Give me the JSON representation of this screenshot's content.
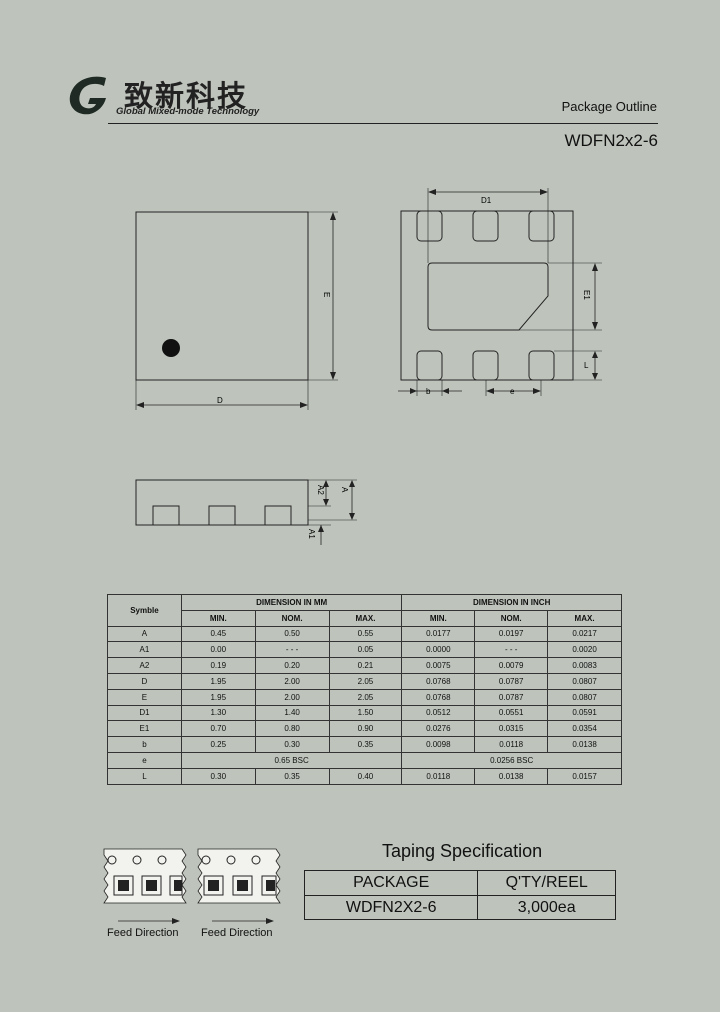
{
  "header": {
    "company_cn": "致新科技",
    "company_en": "Global Mixed-mode Technology",
    "doc_type": "Package Outline",
    "package_name": "WDFN2x2-6"
  },
  "drawing_labels": {
    "top_view_width": "D",
    "top_view_height": "E",
    "bottom_view_pad_span": "D1",
    "bottom_view_pad_height": "E1",
    "bottom_view_lead_length": "L",
    "bottom_view_lead_width": "b",
    "bottom_view_pitch": "e",
    "side_view_total_height": "A",
    "side_view_body_height": "A2",
    "side_view_standoff": "A1"
  },
  "dimension_table": {
    "symbol_header": "Symble",
    "mm_header": "DIMENSION IN MM",
    "inch_header": "DIMENSION IN INCH",
    "sub_headers": [
      "MIN.",
      "NOM.",
      "MAX.",
      "MIN.",
      "NOM.",
      "MAX."
    ],
    "rows": [
      {
        "sym": "A",
        "mm_min": "0.45",
        "mm_nom": "0.50",
        "mm_max": "0.55",
        "in_min": "0.0177",
        "in_nom": "0.0197",
        "in_max": "0.0217"
      },
      {
        "sym": "A1",
        "mm_min": "0.00",
        "mm_nom": "- - -",
        "mm_max": "0.05",
        "in_min": "0.0000",
        "in_nom": "- - -",
        "in_max": "0.0020"
      },
      {
        "sym": "A2",
        "mm_min": "0.19",
        "mm_nom": "0.20",
        "mm_max": "0.21",
        "in_min": "0.0075",
        "in_nom": "0.0079",
        "in_max": "0.0083"
      },
      {
        "sym": "D",
        "mm_min": "1.95",
        "mm_nom": "2.00",
        "mm_max": "2.05",
        "in_min": "0.0768",
        "in_nom": "0.0787",
        "in_max": "0.0807"
      },
      {
        "sym": "E",
        "mm_min": "1.95",
        "mm_nom": "2.00",
        "mm_max": "2.05",
        "in_min": "0.0768",
        "in_nom": "0.0787",
        "in_max": "0.0807"
      },
      {
        "sym": "D1",
        "mm_min": "1.30",
        "mm_nom": "1.40",
        "mm_max": "1.50",
        "in_min": "0.0512",
        "in_nom": "0.0551",
        "in_max": "0.0591"
      },
      {
        "sym": "E1",
        "mm_min": "0.70",
        "mm_nom": "0.80",
        "mm_max": "0.90",
        "in_min": "0.0276",
        "in_nom": "0.0315",
        "in_max": "0.0354"
      },
      {
        "sym": "b",
        "mm_min": "0.25",
        "mm_nom": "0.30",
        "mm_max": "0.35",
        "in_min": "0.0098",
        "in_nom": "0.0118",
        "in_max": "0.0138"
      },
      {
        "sym": "e",
        "mm_bsc": "0.65 BSC",
        "in_bsc": "0.0256 BSC"
      },
      {
        "sym": "L",
        "mm_min": "0.30",
        "mm_nom": "0.35",
        "mm_max": "0.40",
        "in_min": "0.0118",
        "in_nom": "0.0138",
        "in_max": "0.0157"
      }
    ]
  },
  "taping": {
    "title": "Taping Specification",
    "col_package": "PACKAGE",
    "col_qty": "Q'TY/REEL",
    "package": "WDFN2X2-6",
    "qty": "3,000ea",
    "feed_label_1": "Feed Direction",
    "feed_label_2": "Feed Direction"
  }
}
